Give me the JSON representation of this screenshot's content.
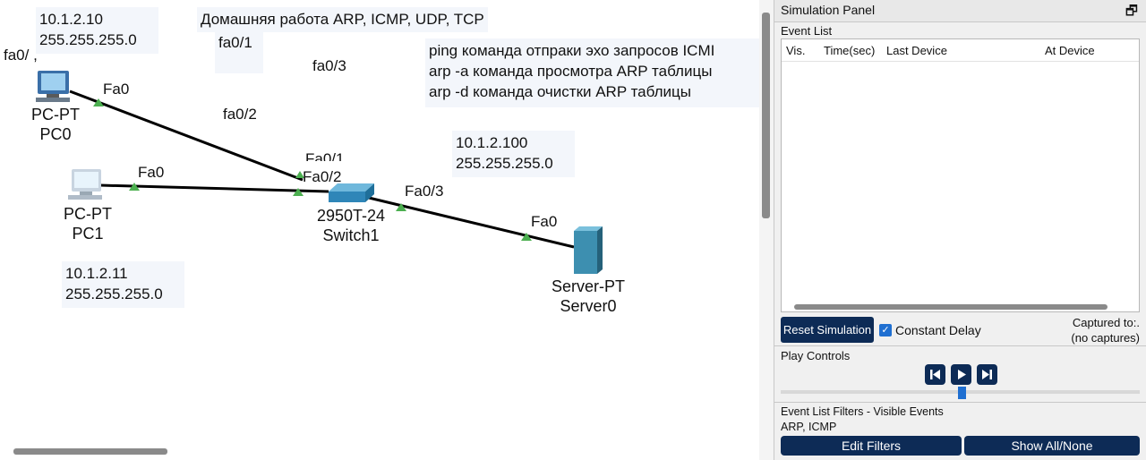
{
  "canvas": {
    "notes": {
      "pc0_ip": "10.1.2.10\n255.255.255.0",
      "title": "Домашняя работа ARP, ICMP, UDP, TCP",
      "commands": "ping команда отпраки эхо запросов ICMI\narp -a команда просмотра ARP таблицы\narp -d команда очистки ARP таблицы",
      "server_ip": "10.1.2.100\n255.255.255.0",
      "pc1_ip": "10.1.2.11\n255.255.255.0"
    },
    "loose_labels": {
      "fa0_left": "fa0/ ,",
      "fa0_1": "fa0/1",
      "fa0_3": "fa0/3",
      "fa0_2": "fa0/2"
    },
    "port_labels": {
      "pc0_fa0": "Fa0",
      "pc1_fa0": "Fa0",
      "sw_fa01": "Fa0/1",
      "sw_fa02": "Fa0/2",
      "sw_fa03": "Fa0/3",
      "srv_fa0": "Fa0"
    },
    "devices": {
      "pc0": {
        "type": "PC-PT",
        "name": "PC0"
      },
      "pc1": {
        "type": "PC-PT",
        "name": "PC1"
      },
      "switch": {
        "type": "2950T-24",
        "name": "Switch1"
      },
      "server": {
        "type": "Server-PT",
        "name": "Server0"
      }
    },
    "link_color": "#000000",
    "port_up_color": "#4caf50"
  },
  "panel": {
    "title": "Simulation Panel",
    "event_list_label": "Event List",
    "columns": [
      "Vis.",
      "Time(sec)",
      "Last Device",
      "At Device"
    ],
    "reset_button": "Reset Simulation",
    "constant_delay_label": "Constant Delay",
    "constant_delay_checked": true,
    "captured_to": "Captured to:.",
    "no_captures": "(no captures)",
    "play_controls_label": "Play Controls",
    "filters_label": "Event List Filters - Visible Events",
    "filters_value": "ARP, ICMP",
    "edit_filters_button": "Edit Filters",
    "show_all_button": "Show All/None",
    "accent_color": "#0d2b56"
  }
}
